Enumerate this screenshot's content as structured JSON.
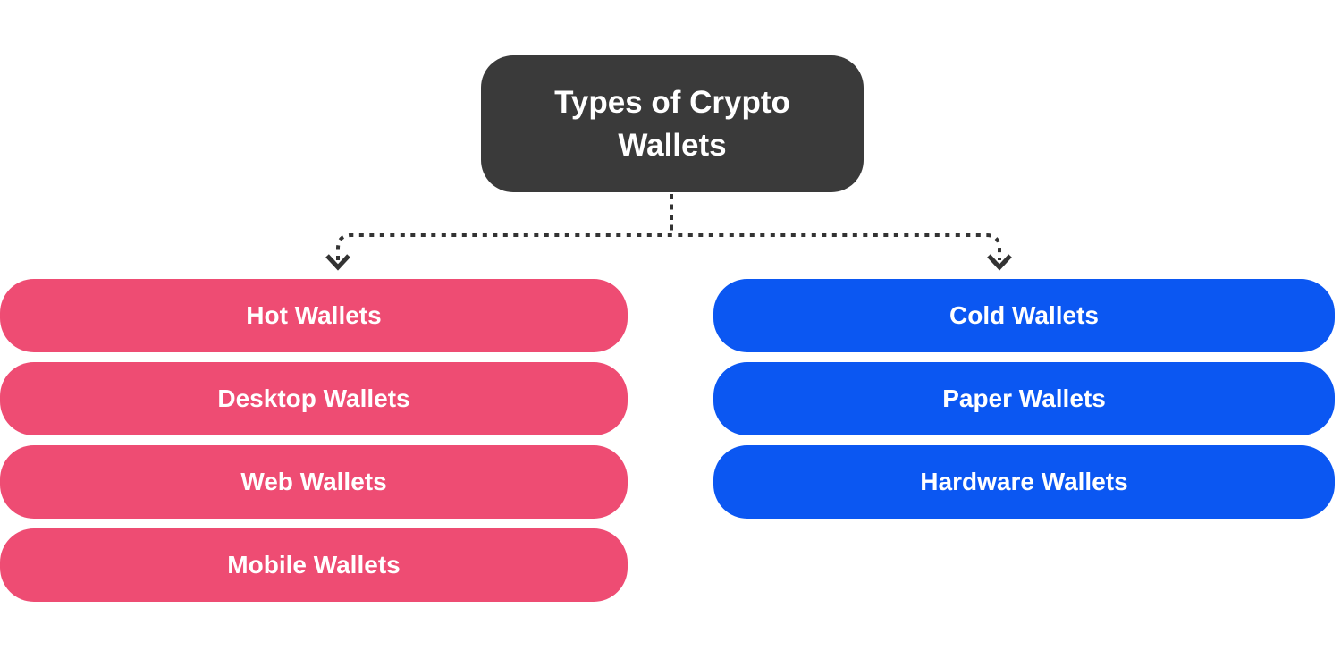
{
  "diagram": {
    "root": {
      "label": "Types of Crypto Wallets"
    },
    "branches": [
      {
        "id": "hot-wallets",
        "color": "#ee4c73",
        "items": [
          "Hot Wallets",
          "Desktop Wallets",
          "Web Wallets",
          "Mobile Wallets"
        ]
      },
      {
        "id": "cold-wallets",
        "color": "#0b57f2",
        "items": [
          "Cold Wallets",
          "Paper Wallets",
          "Hardware Wallets"
        ]
      }
    ],
    "colors": {
      "background": "#ffffff",
      "root_bg": "#3a3a3a",
      "hot_bg": "#ee4c73",
      "cold_bg": "#0b57f2",
      "node_text": "#ffffff",
      "connector": "#333333"
    }
  }
}
